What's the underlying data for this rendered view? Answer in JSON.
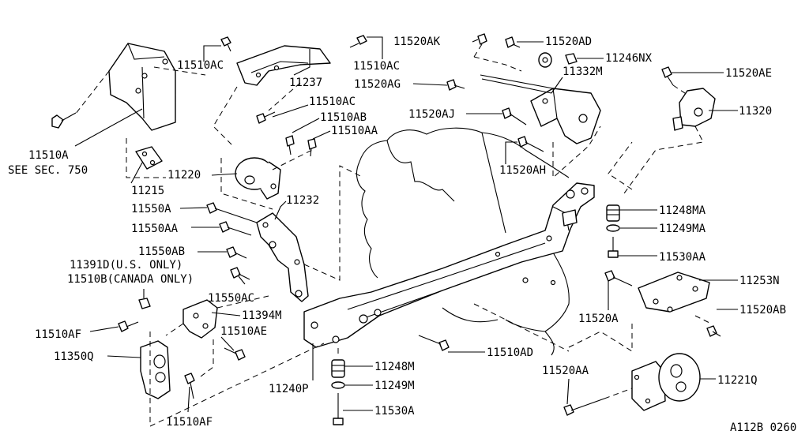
{
  "labels": {
    "l11510ac_1": "11510AC",
    "l11510ac_2": "11510AC",
    "l11510ac_3": "11510AC",
    "l11237": "11237",
    "l11510a": "11510A",
    "l_see_sec": "SEE SEC. 750",
    "l11215": "11215",
    "l11510ab": "11510AB",
    "l11510aa": "11510AA",
    "l11220": "11220",
    "l11232": "11232",
    "l11550a": "11550A",
    "l11550aa": "11550AA",
    "l11550ab": "11550AB",
    "l11391d": "11391D(U.S. ONLY)",
    "l11510b": "11510B(CANADA ONLY)",
    "l11550ac": "11550AC",
    "l11394m": "11394M",
    "l11510af_1": "11510AF",
    "l11510ae": "11510AE",
    "l11350q": "11350Q",
    "l11510af_2": "11510AF",
    "l11520ak": "11520AK",
    "l11520ad": "11520AD",
    "l11246nx": "11246NX",
    "l11520ag": "11520AG",
    "l11332m": "11332M",
    "l11520ae": "11520AE",
    "l11320": "11320",
    "l11520aj": "11520AJ",
    "l11520ah": "11520AH",
    "l11248ma": "11248MA",
    "l11249ma": "11249MA",
    "l11530aa": "11530AA",
    "l11253n": "11253N",
    "l11520a": "11520A",
    "l11520ab": "11520AB",
    "l11510ad": "11510AD",
    "l11248m": "11248M",
    "l11249m": "11249M",
    "l11530a": "11530A",
    "l11240p": "11240P",
    "l11520aa": "11520AA",
    "l11221q": "11221Q",
    "diagram_code": "A112B 0260"
  }
}
